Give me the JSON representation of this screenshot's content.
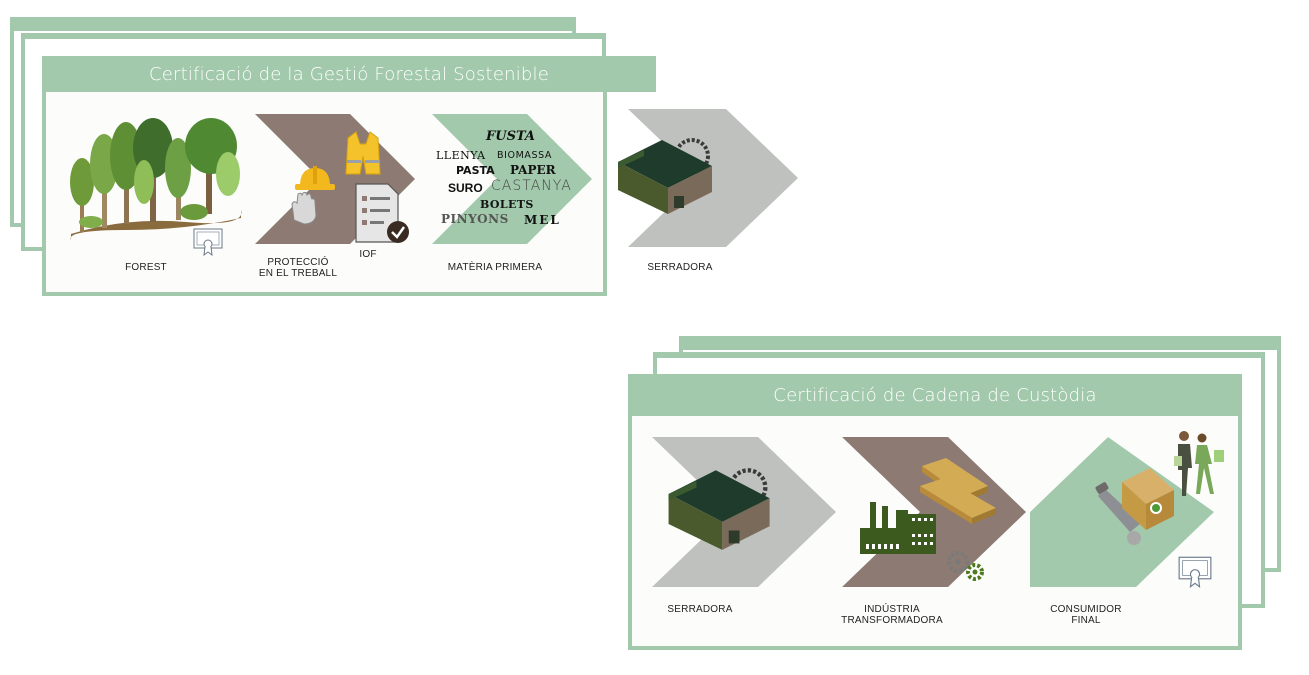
{
  "forest_section": {
    "title": "Certificació de la Gestió Forestal Sostenible",
    "labels": {
      "forest": "FOREST",
      "protection_line1": "PROTECCIÓ",
      "protection_line2": "EN EL TREBALL",
      "iof": "IOF",
      "raw_material": "MATÈRIA PRIMERA",
      "sawmill": "SERRADORA"
    },
    "products": {
      "fusta": "FUSTA",
      "llenya": "LLENYA",
      "biomassa": "BIOMASSA",
      "pasta": "PASTA",
      "paper": "PAPER",
      "suro": "SURO",
      "castanya": "CASTANYA",
      "bolets": "BOLETS",
      "pinyons": "PINYONS",
      "mel": "MEL"
    }
  },
  "custody_section": {
    "title": "Certificació de Cadena de Custòdia",
    "labels": {
      "sawmill": "SERRADORA",
      "industry_line1": "INDÚSTRIA",
      "industry_line2": "TRANSFORMADORA",
      "consumer_line1": "CONSUMIDOR",
      "consumer_line2": "FINAL"
    }
  },
  "colors": {
    "frame_green": "#a2c9ab",
    "chevron_brown": "#8d7b73",
    "chevron_green": "#a2c9ab",
    "chevron_grey": "#bfc1bf",
    "roof_green": "#1f3b2b",
    "wall_olive": "#4a5a2c",
    "wood": "#c49a45"
  },
  "icons": [
    "tree-icon",
    "certificate-icon",
    "hard-hat-icon",
    "glove-icon",
    "vest-icon",
    "checklist-icon",
    "sawmill-icon",
    "factory-icon",
    "gear-icon",
    "wood-planks-icon",
    "hand-truck-icon",
    "shopping-couple-icon"
  ]
}
